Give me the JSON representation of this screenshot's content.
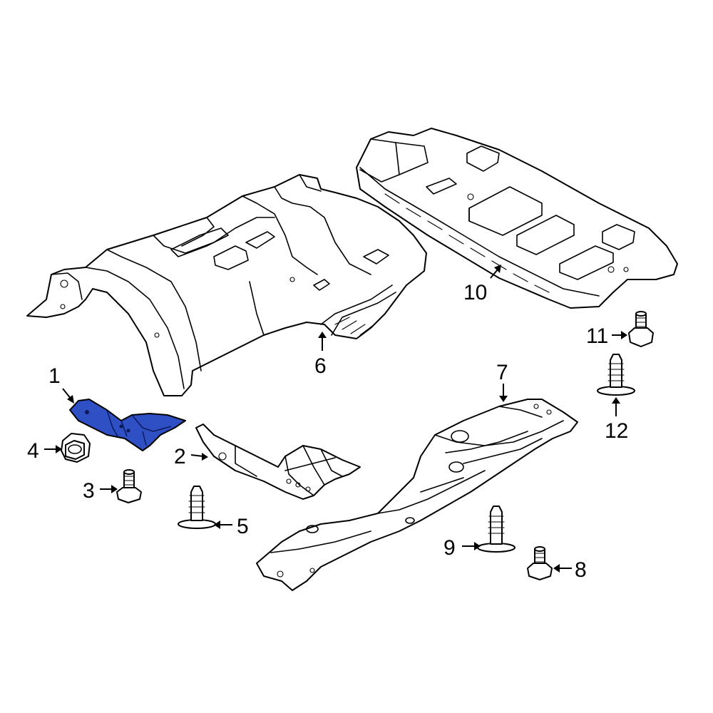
{
  "callouts": [
    {
      "id": "1",
      "label": "1"
    },
    {
      "id": "2",
      "label": "2"
    },
    {
      "id": "3",
      "label": "3"
    },
    {
      "id": "4",
      "label": "4"
    },
    {
      "id": "5",
      "label": "5"
    },
    {
      "id": "6",
      "label": "6"
    },
    {
      "id": "7",
      "label": "7"
    },
    {
      "id": "8",
      "label": "8"
    },
    {
      "id": "9",
      "label": "9"
    },
    {
      "id": "10",
      "label": "10"
    },
    {
      "id": "11",
      "label": "11"
    },
    {
      "id": "12",
      "label": "12"
    }
  ],
  "colors": {
    "highlight": "#2f4fc4",
    "outline": "#000000",
    "background": "#ffffff"
  }
}
